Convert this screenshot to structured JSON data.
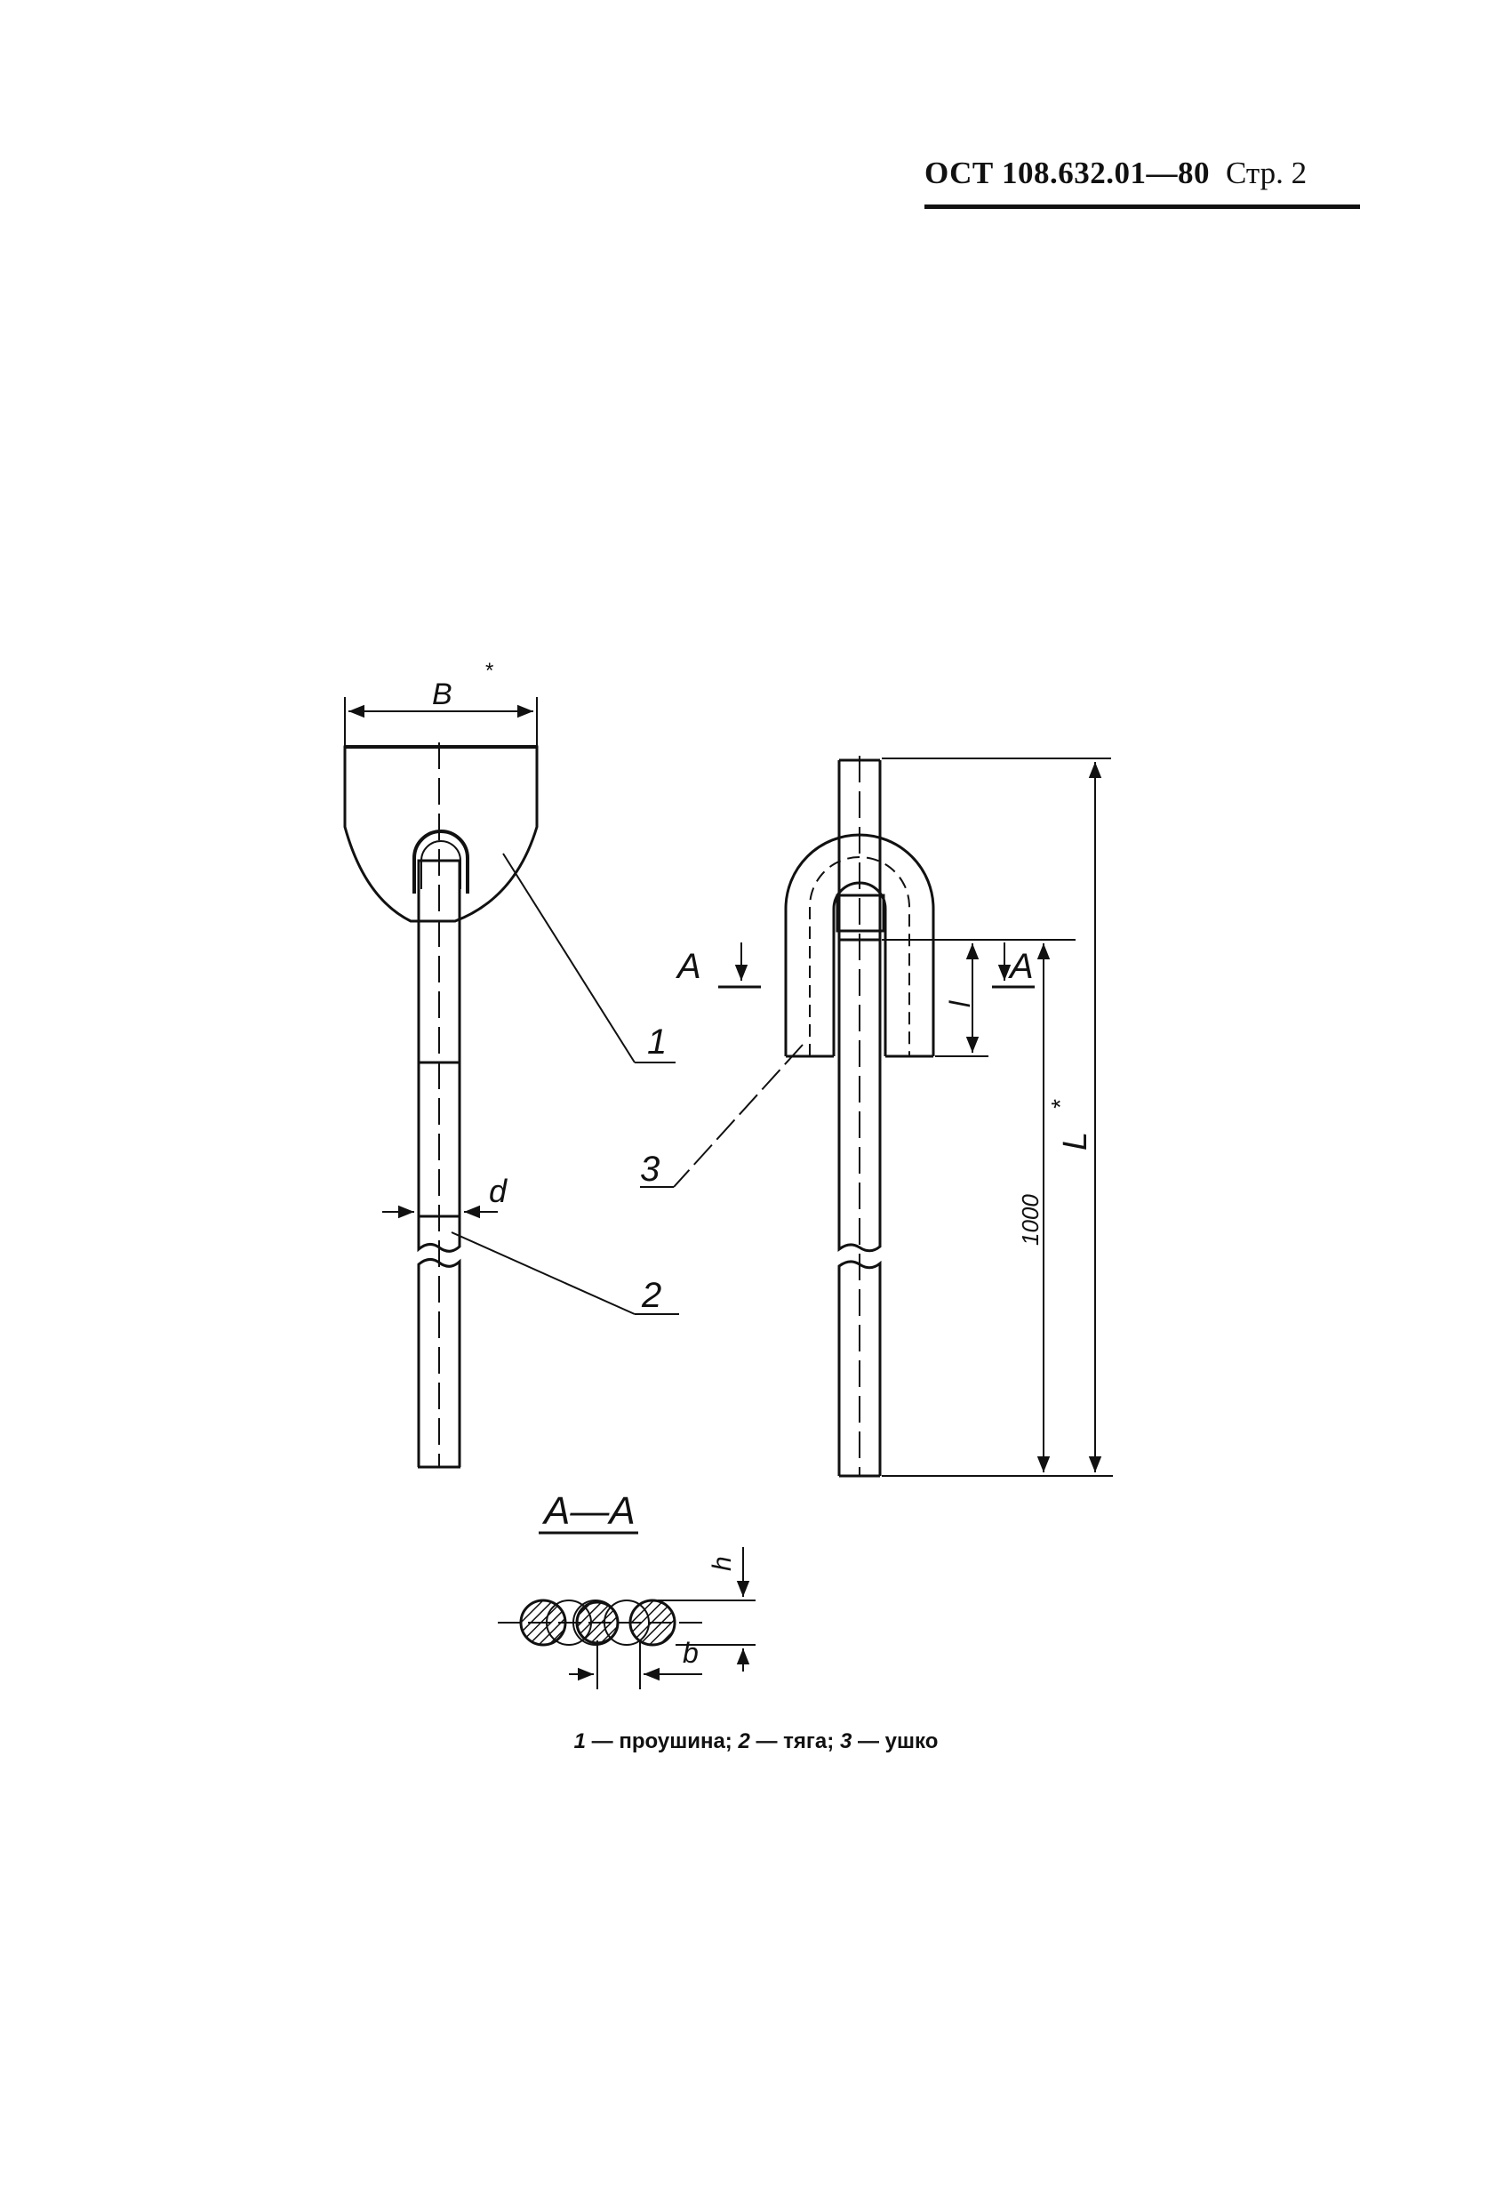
{
  "header": {
    "standard": "ОСТ 108.632.01—80",
    "page": "Стр. 2"
  },
  "drawing": {
    "dim_B": "B",
    "dim_B_mark": "*",
    "dim_d": "d",
    "dim_l": "l",
    "dim_L": "L",
    "dim_L_mark": "*",
    "dim_1000": "1000",
    "dim_h": "h",
    "dim_b": "b",
    "section_mark_left": "A",
    "section_mark_right": "A",
    "section_title": "А—А",
    "callout_1": "1",
    "callout_2": "2",
    "callout_3": "3"
  },
  "legend": {
    "items": [
      {
        "num": "1",
        "text": "проушина;"
      },
      {
        "num": "2",
        "text": "тяга;"
      },
      {
        "num": "3",
        "text": "ушко"
      }
    ],
    "dash": "—"
  }
}
